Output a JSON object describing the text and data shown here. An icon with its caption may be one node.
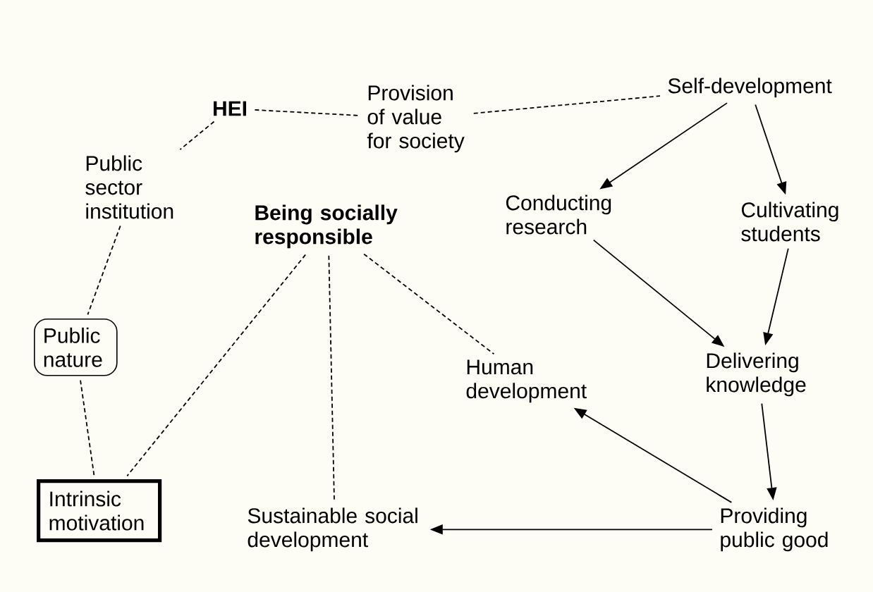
{
  "diagram": {
    "nodes": [
      {
        "text": [
          "HEI"
        ]
      },
      {
        "text": [
          "Provision of value for society"
        ]
      },
      {
        "text": [
          "Self-development"
        ]
      },
      {
        "text": [
          "Public sector institution"
        ]
      },
      {
        "text": [
          "Being socially responsible"
        ]
      },
      {
        "text": [
          "Conducting research"
        ]
      },
      {
        "text": [
          "Cultivating students"
        ]
      },
      {
        "text": [
          "Public nature"
        ]
      },
      {
        "text": [
          "Human development"
        ]
      },
      {
        "text": [
          "Delivering knowledge"
        ]
      },
      {
        "text": [
          "Intrinsic motivation"
        ]
      },
      {
        "text": [
          "Sustainable social development"
        ]
      },
      {
        "text": [
          "Providing public good"
        ]
      }
    ],
    "edges": [
      {
        "from": 0,
        "to": 1,
        "arrow": "none",
        "style": "dashed"
      },
      {
        "from": 1,
        "to": 2,
        "arrow": "none",
        "style": "dashed"
      },
      {
        "from": 0,
        "to": 3,
        "arrow": "none",
        "style": "dashed"
      },
      {
        "from": 3,
        "to": 7,
        "arrow": "none",
        "style": "dashed"
      },
      {
        "from": 7,
        "to": 10,
        "arrow": "none",
        "style": "dashed"
      },
      {
        "from": 4,
        "to": 10,
        "arrow": "none",
        "style": "dashed"
      },
      {
        "from": 4,
        "to": 11,
        "arrow": "none",
        "style": "dashed"
      },
      {
        "from": 4,
        "to": 8,
        "arrow": "none",
        "style": "dashed"
      },
      {
        "from": 2,
        "to": 5,
        "arrow": "to"
      },
      {
        "from": 2,
        "to": 6,
        "arrow": "to"
      },
      {
        "from": 5,
        "to": 9,
        "arrow": "to"
      },
      {
        "from": 6,
        "to": 9,
        "arrow": "to"
      },
      {
        "from": 9,
        "to": 12,
        "arrow": "to"
      },
      {
        "from": 12,
        "to": 8,
        "arrow": "to"
      },
      {
        "from": 12,
        "to": 11,
        "arrow": "to"
      }
    ]
  }
}
